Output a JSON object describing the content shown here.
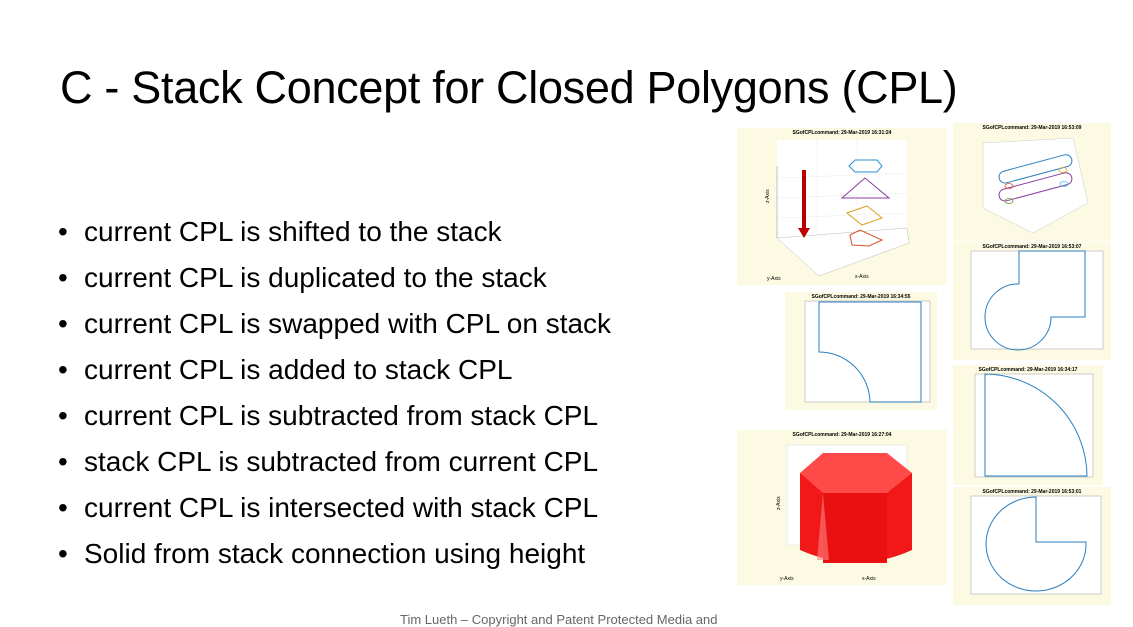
{
  "slide": {
    "title": "C - Stack Concept for Closed Polygons (CPL)",
    "bullets": [
      "current CPL is shifted to the stack",
      "current CPL is duplicated to the stack",
      "current CPL is swapped with CPL on stack",
      "current CPL is added to stack CPL",
      "current CPL is subtracted from stack CPL",
      "stack CPL is subtracted from current CPL",
      "current CPL is intersected with stack CPL",
      "Solid from stack connection using height"
    ],
    "bullet_char": "•",
    "footer": "Tim Lueth – Copyright and Patent Protected Media and"
  },
  "figures": {
    "stack3d": {
      "title": "SGofCPLcommand: 29-Mar-2019 16:31:24",
      "xlabel": "x-Axis",
      "ylabel": "y-Axis",
      "zlabel": "z-Axis"
    },
    "slots3d": {
      "title": "SGofCPLcommand: 29-Mar-2019 16:53:09"
    },
    "addplot": {
      "title": "SGofCPLcommand: 29-Mar-2019 16:53:07"
    },
    "subtractplot": {
      "title": "SGofCPLcommand: 29-Mar-2019 16:34:55"
    },
    "intersectplot": {
      "title": "SGofCPLcommand: 29-Mar-2019 16:34:17"
    },
    "solid3d": {
      "title": "SGofCPLcommand: 29-Mar-2019 16:27:04",
      "xlabel": "x-Axis",
      "ylabel": "y-Axis",
      "zlabel": "z-Axis"
    },
    "circleplot": {
      "title": "SGofCPLcommand: 29-Mar-2019 16:53:01"
    }
  }
}
